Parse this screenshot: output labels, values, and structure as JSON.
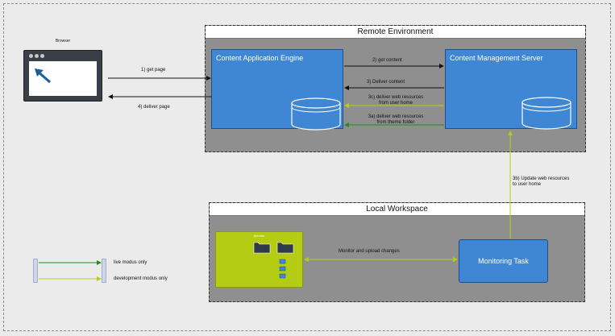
{
  "browser": {
    "title": "Browser"
  },
  "remote": {
    "title": "Remote Environment"
  },
  "local": {
    "title": "Local Workspace"
  },
  "nodes": {
    "content_application_engine": "Content Application Engine",
    "content_management_server": "Content Management Server",
    "monitoring_task": "Monitoring Task",
    "theme_folder": "themes"
  },
  "arrows": {
    "get_page": "1) get page",
    "deliver_page": "4) deliver page",
    "get_content": "2) get content",
    "deliver_content": "3) Deliver content",
    "deliver_web_user_home": [
      "3c) deliver web resources",
      "from user home"
    ],
    "deliver_web_theme": [
      "3a) deliver web resources",
      "from theme folder"
    ],
    "update_web_resources": [
      "3b) Update web resources",
      "to user home"
    ],
    "monitor_upload": "Monitor and upload changes"
  },
  "legend": {
    "live": "live modus only",
    "development": "development modus only"
  },
  "colors": {
    "live": "#1e8c1e",
    "development": "#b5cc14",
    "box": "#3f86d4",
    "environment": "#8f8f8f"
  }
}
